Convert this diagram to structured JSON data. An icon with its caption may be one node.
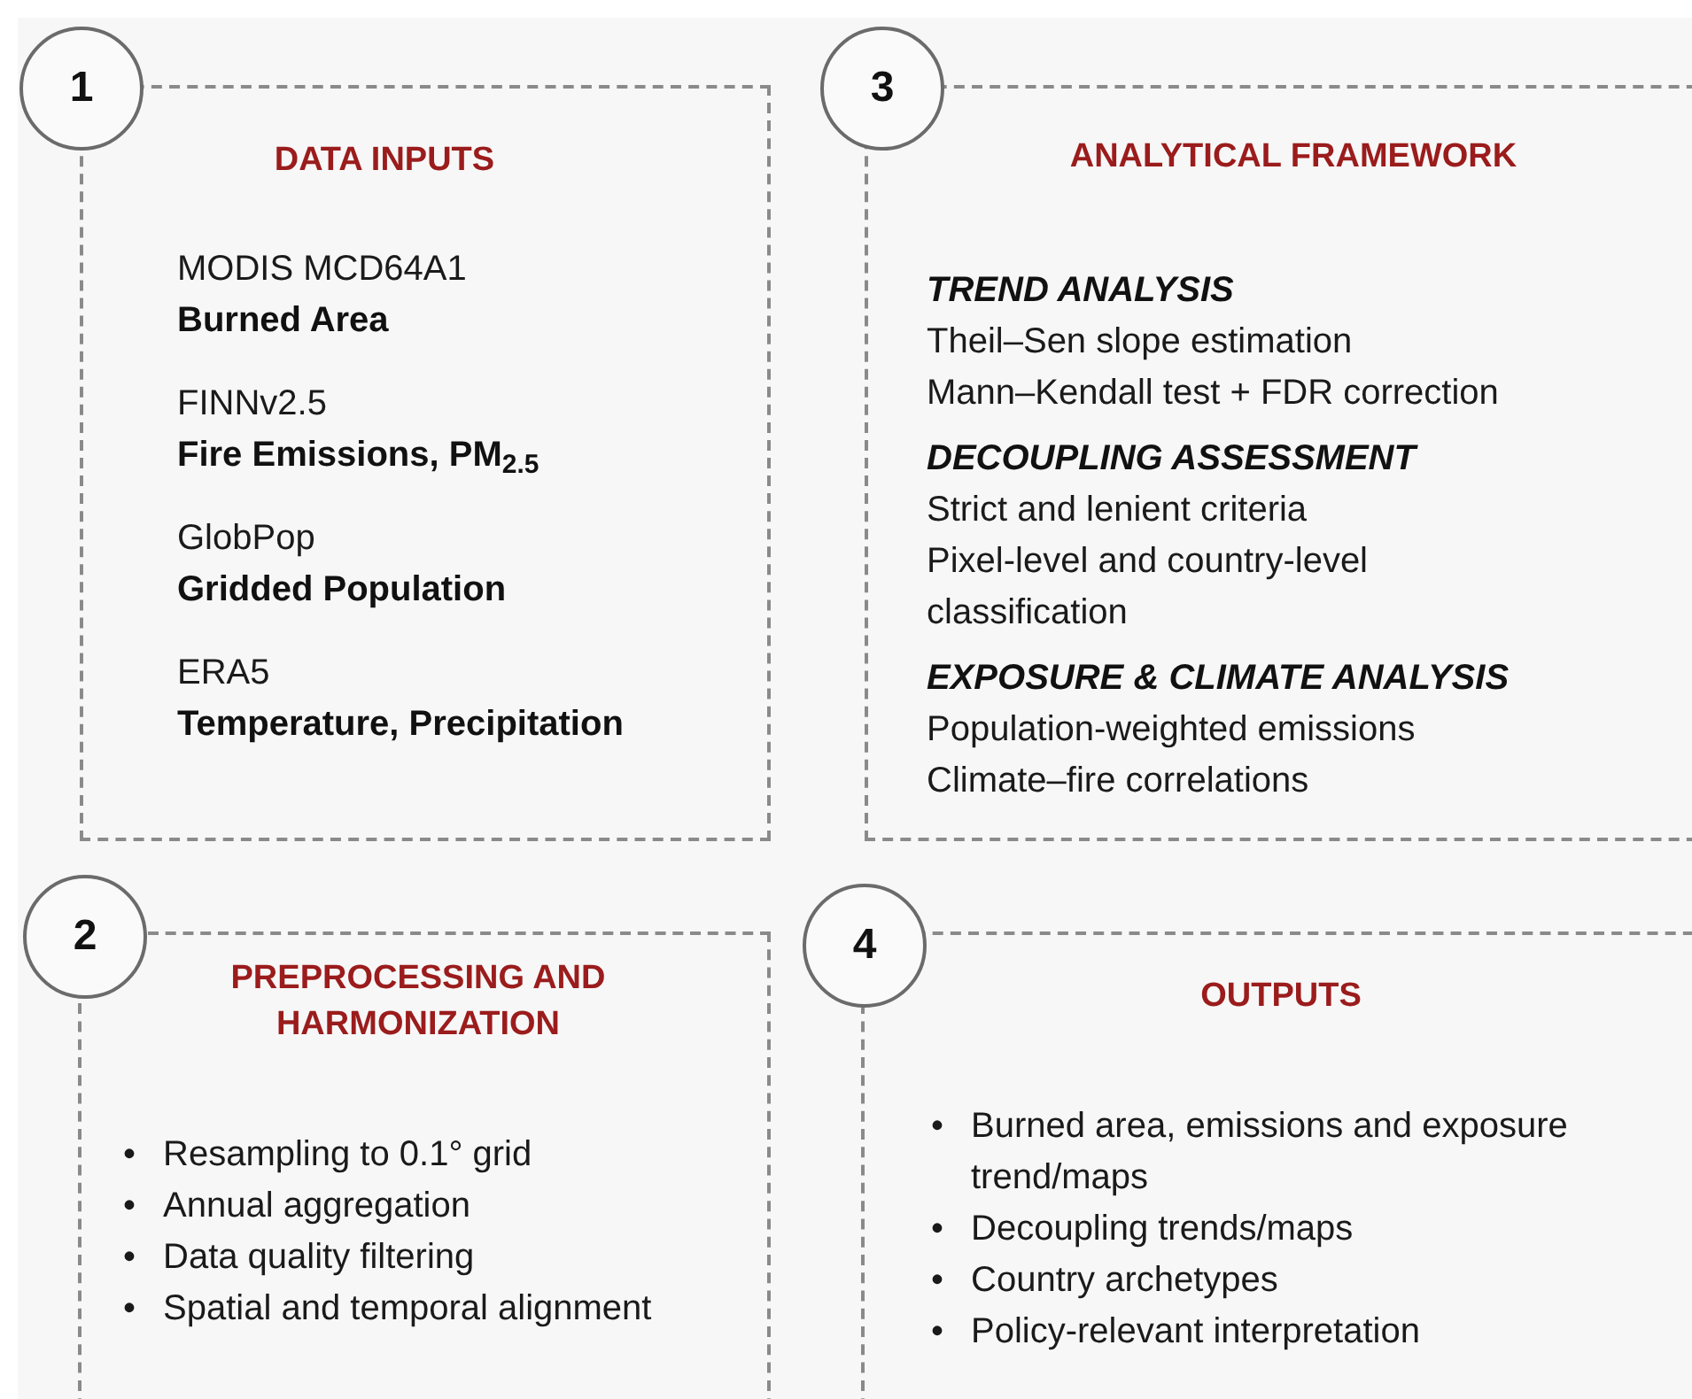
{
  "diagram": {
    "nodes": [
      {
        "text": [
          "1"
        ]
      },
      {
        "text": [
          "DATA INPUTS",
          "MODIS MCD64A1",
          "Burned Area",
          "FINNv2.5",
          "Fire Emissions, PM$_{2.5}$",
          "GlobPop",
          "Gridded Population",
          "ERA5",
          "Temperature, Precipitation"
        ]
      },
      {
        "text": [
          "3"
        ]
      },
      {
        "text": [
          "ANALYTICAL FRAMEWORK",
          "TREND ANALYSIS",
          "Theil–Sen slope estimation",
          "Mann–Kendall test + FDR correction",
          "DECOUPLING ASSESSMENT",
          "Strict and lenient criteria",
          "Pixel-level and country-level classification",
          "EXPOSURE & CLIMATE ANALYSIS",
          "Population-weighted emissions",
          "Climate–fire correlations"
        ]
      },
      {
        "text": [
          "2"
        ]
      },
      {
        "text": [
          "PREPROCESSING AND HARMONIZATION",
          "Resampling to 0.1° grid",
          "Annual aggregation",
          "Data quality filtering",
          "Spatial and temporal alignment"
        ]
      },
      {
        "text": [
          "4"
        ]
      },
      {
        "text": [
          "OUTPUTS",
          "Burned area, emissions and exposure trend/maps",
          "Decoupling trends/maps",
          "Country archetypes",
          "Policy-relevant interpretation"
        ]
      }
    ],
    "labels": [
      "•",
      "•",
      "•",
      "•",
      "•",
      "•",
      "•",
      "•"
    ]
  }
}
